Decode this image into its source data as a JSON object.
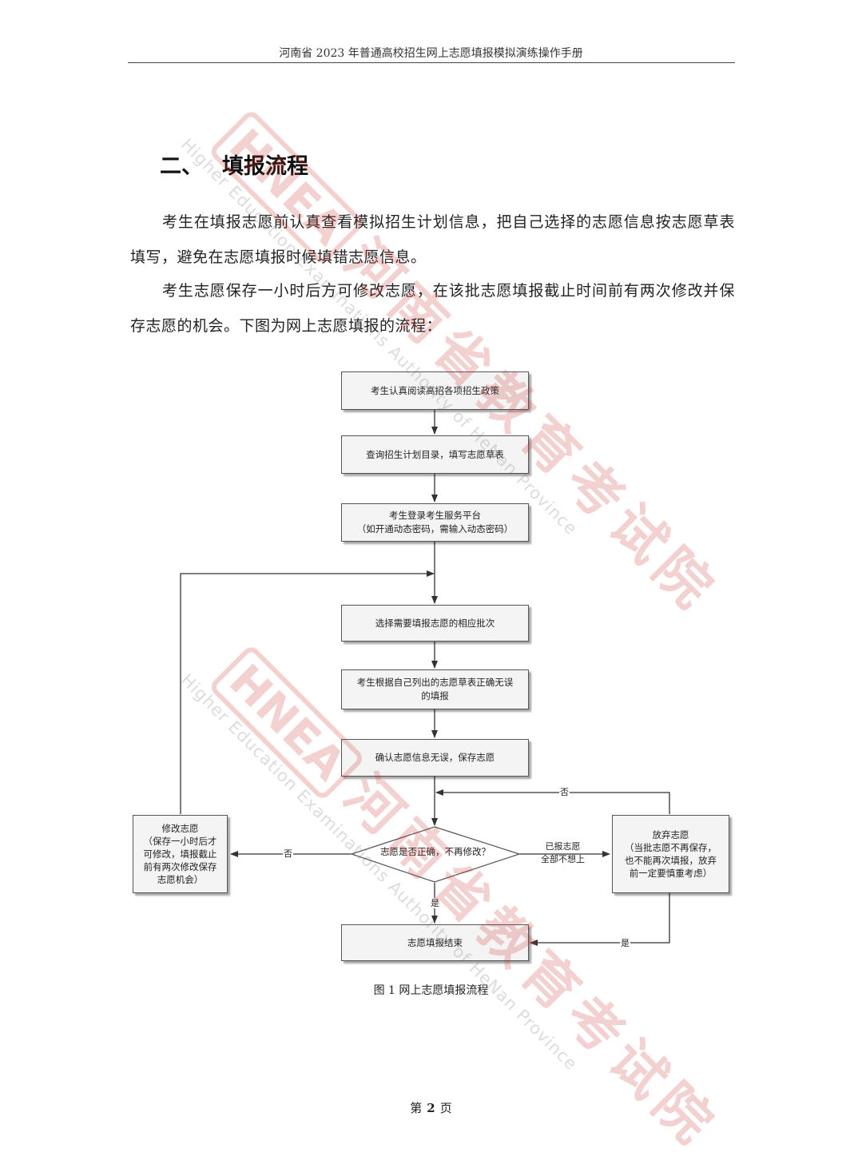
{
  "header": {
    "title": "河南省 2023 年普通高校招生网上志愿填报模拟演练操作手册"
  },
  "section": {
    "number": "二、",
    "title": "填报流程"
  },
  "paragraphs": [
    "考生在填报志愿前认真查看模拟招生计划信息，把自己选择的志愿信息按志愿草表填写，避免在志愿填报时候填错志愿信息。",
    "考生志愿保存一小时后方可修改志愿，在该批志愿填报截止时间前有两次修改并保存志愿的机会。下图为网上志愿填报的流程："
  ],
  "flowchart": {
    "steps": [
      "考生认真阅读高招各项招生政策",
      "查询招生计划目录，填写志愿草表",
      "考生登录考生服务平台\n（如开通动态密码，需输入动态密码）",
      "选择需要填报志愿的相应批次",
      "考生根据自己列出的志愿草表正确无误\n的填报",
      "确认志愿信息无误，保存志愿"
    ],
    "decision": "志愿是否正确，不再修改？",
    "modify_box": "修改志愿\n（保存一小时后才\n可修改，填报截止\n前有两次修改保存\n志愿机会）",
    "abandon_box": "放弃志愿\n（当批志愿不再保存，\n也不能再次填报，放弃\n前一定要慎重考虑）",
    "end_box": "志愿填报结束",
    "labels": {
      "no_left": "否",
      "no_top": "否",
      "yes_down": "是",
      "yes_right": "是",
      "already_filled": "已报志愿\n全部不想上"
    }
  },
  "caption": "图 1 网上志愿填报流程",
  "footer": {
    "prefix": "第",
    "page": "2",
    "suffix": "页"
  },
  "watermark": {
    "logo_text": "HNEA",
    "org_cn": "河南省教育考试院",
    "org_en": "Higher Education Examinations Authority of HeNan Province",
    "color": "#c8322c"
  }
}
